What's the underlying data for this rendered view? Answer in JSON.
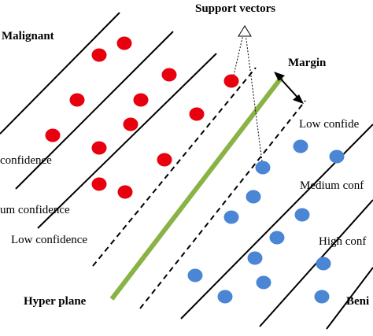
{
  "labels": {
    "support_vectors": "Support vectors",
    "margin": "Margin",
    "malignant": "Malignant",
    "benign": "Beni",
    "hyper_plane": "Hyper plane",
    "left_high_confidence": "confidence",
    "left_medium_confidence": "um confidence",
    "left_low_confidence": "Low confidence",
    "right_low_confidence": "Low confide",
    "right_medium_confidence": "Medium conf",
    "right_high_confidence": "High conf"
  },
  "colors": {
    "malignant_point": "#e8000e",
    "benign_point": "#4a86d4",
    "hyper_plane": "#8ab346",
    "lines": "#000000"
  }
}
